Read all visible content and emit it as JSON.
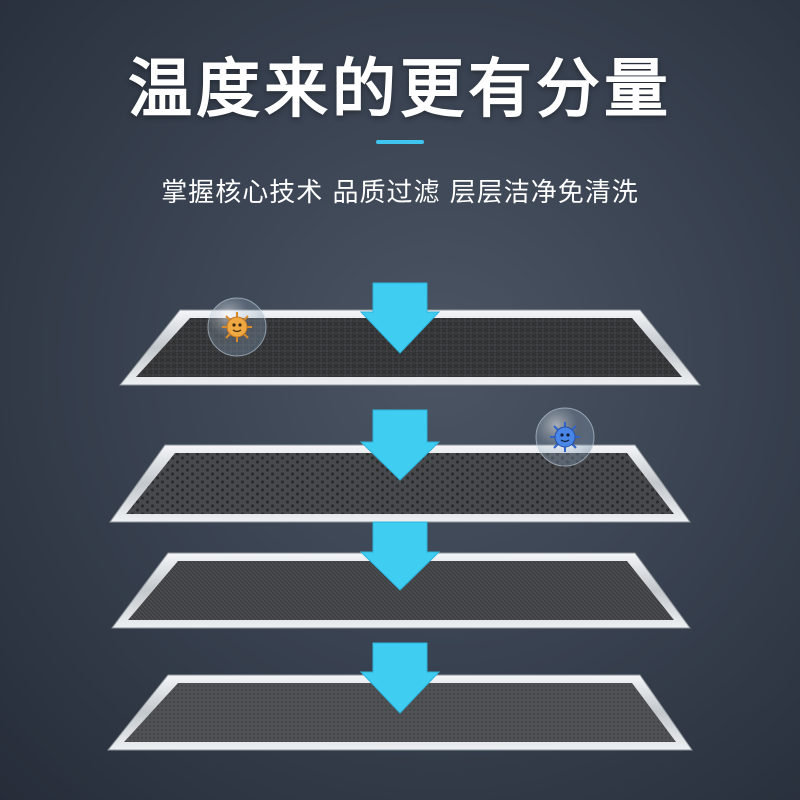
{
  "header": {
    "title": "温度来的更有分量",
    "subtitle": "掌握核心技术 品质过滤 层层洁净免清洗"
  },
  "colors": {
    "accent": "#3fc6f0",
    "arrow": "#3fcdf2",
    "frame": "#d4d8dc",
    "mesh": "#3a3b3d"
  },
  "illustration": {
    "filter_layers": [
      "coarse-mesh-layer",
      "perforated-layer",
      "fine-mesh-layer",
      "dense-mesh-layer"
    ],
    "icons": [
      "orange-germ-bubble-icon",
      "blue-germ-bubble-icon"
    ]
  }
}
